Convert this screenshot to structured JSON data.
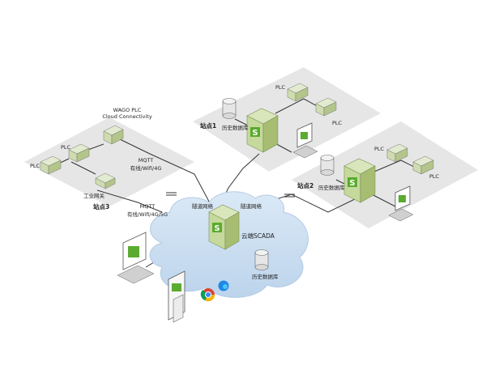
{
  "nodes": {
    "wago_plc_line1": "WAGO PLC",
    "wago_plc_line2": "Cloud Connectivity",
    "site3_plc_top": "PLC",
    "site3_plc_left": "PLC",
    "site3_gateway": "工业网关",
    "site3_label": "站点3",
    "site3_link_top_line1": "MQTT",
    "site3_link_top_line2": "有线/Wifi/4G",
    "site3_link_bottom_line1": "MQTT",
    "site3_link_bottom_line2": "有线/Wifi/4G/5G",
    "site1_plc_top": "PLC",
    "site1_plc_right": "PLC",
    "site1_label": "站点1",
    "site1_db": "历史数据库",
    "site2_plc_top": "PLC",
    "site2_plc_right": "PLC",
    "site2_label": "站点2",
    "site2_db": "历史数据库",
    "tunnel_left": "隧道网络",
    "tunnel_right": "隧道网络",
    "cloud_scada": "云端SCADA",
    "cloud_db": "历史数据库"
  },
  "colors": {
    "platform": "#e6e6e6",
    "cloud": "#c9def1",
    "server_green": "#b9cf85",
    "accent_green": "#5aab2f",
    "line": "#333333"
  },
  "icons": {
    "browser_chrome": "chrome-icon",
    "browser_edge": "edge-icon"
  }
}
